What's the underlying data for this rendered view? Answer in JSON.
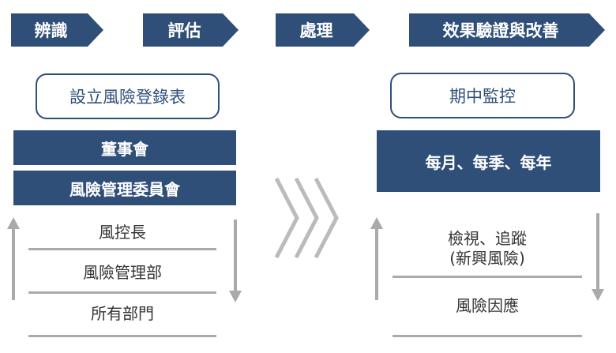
{
  "steps": [
    "辨識",
    "評估",
    "處理",
    "效果驗證與改善"
  ],
  "left": {
    "box_label": "設立風險登錄表",
    "bars": [
      "董事會",
      "風險管理委員會"
    ],
    "items": [
      "風控長",
      "風險管理部",
      "所有部門"
    ]
  },
  "right": {
    "box_label": "期中監控",
    "bar": "每月、每季、每年",
    "items": [
      "檢視、追蹤",
      "(新興風險)",
      "風險因應"
    ]
  },
  "colors": {
    "primary": "#2f4f79",
    "gray": "#aaaaaa",
    "text": "#333333"
  }
}
